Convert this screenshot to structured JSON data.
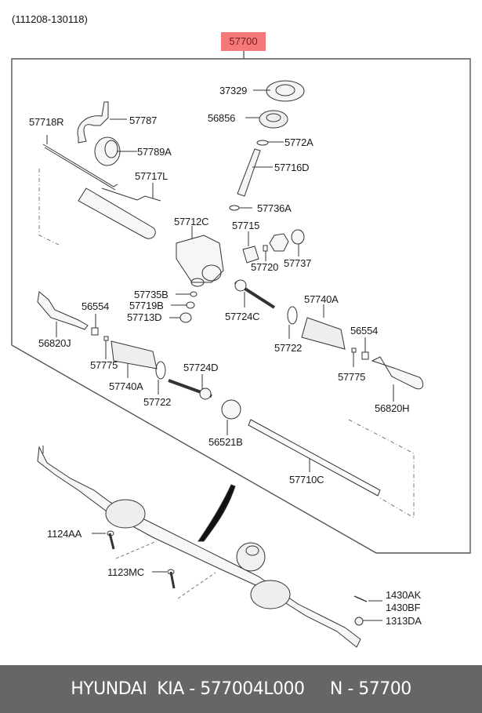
{
  "header": {
    "date_range": "(111208-130118)",
    "assembly_ref": "57700"
  },
  "colors": {
    "badge_bg": "#f47a7a",
    "badge_text": "#7a1a1a",
    "footer_bg": "#666666",
    "footer_text": "#ffffff"
  },
  "callouts": [
    {
      "id": "37329",
      "label": "37329"
    },
    {
      "id": "56856",
      "label": "56856"
    },
    {
      "id": "57718R",
      "label": "57718R"
    },
    {
      "id": "57787",
      "label": "57787"
    },
    {
      "id": "57789A",
      "label": "57789A"
    },
    {
      "id": "5772A",
      "label": "5772A"
    },
    {
      "id": "57716D",
      "label": "57716D"
    },
    {
      "id": "57717L",
      "label": "57717L"
    },
    {
      "id": "57736A",
      "label": "57736A"
    },
    {
      "id": "57712C",
      "label": "57712C"
    },
    {
      "id": "57715",
      "label": "57715"
    },
    {
      "id": "57720",
      "label": "57720"
    },
    {
      "id": "57737",
      "label": "57737"
    },
    {
      "id": "57735B",
      "label": "57735B"
    },
    {
      "id": "57719B",
      "label": "57719B"
    },
    {
      "id": "57713D",
      "label": "57713D"
    },
    {
      "id": "56554-left",
      "label": "56554"
    },
    {
      "id": "56820J",
      "label": "56820J"
    },
    {
      "id": "57775-left",
      "label": "57775"
    },
    {
      "id": "57740A-left",
      "label": "57740A"
    },
    {
      "id": "57722-left",
      "label": "57722"
    },
    {
      "id": "57724D",
      "label": "57724D"
    },
    {
      "id": "57724C",
      "label": "57724C"
    },
    {
      "id": "57740A-right",
      "label": "57740A"
    },
    {
      "id": "57722-right",
      "label": "57722"
    },
    {
      "id": "56554-right",
      "label": "56554"
    },
    {
      "id": "57775-right",
      "label": "57775"
    },
    {
      "id": "56820H",
      "label": "56820H"
    },
    {
      "id": "56521B",
      "label": "56521B"
    },
    {
      "id": "57710C",
      "label": "57710C"
    },
    {
      "id": "1124AA",
      "label": "1124AA"
    },
    {
      "id": "1123MC",
      "label": "1123MC"
    },
    {
      "id": "1430AK",
      "label": "1430AK"
    },
    {
      "id": "1430BF",
      "label": "1430BF"
    },
    {
      "id": "1313DA",
      "label": "1313DA"
    }
  ],
  "footer": {
    "brand": "HYUNDAI  KIA",
    "part_number": "577004L000",
    "ref": "N - 57700",
    "separator": " - "
  }
}
